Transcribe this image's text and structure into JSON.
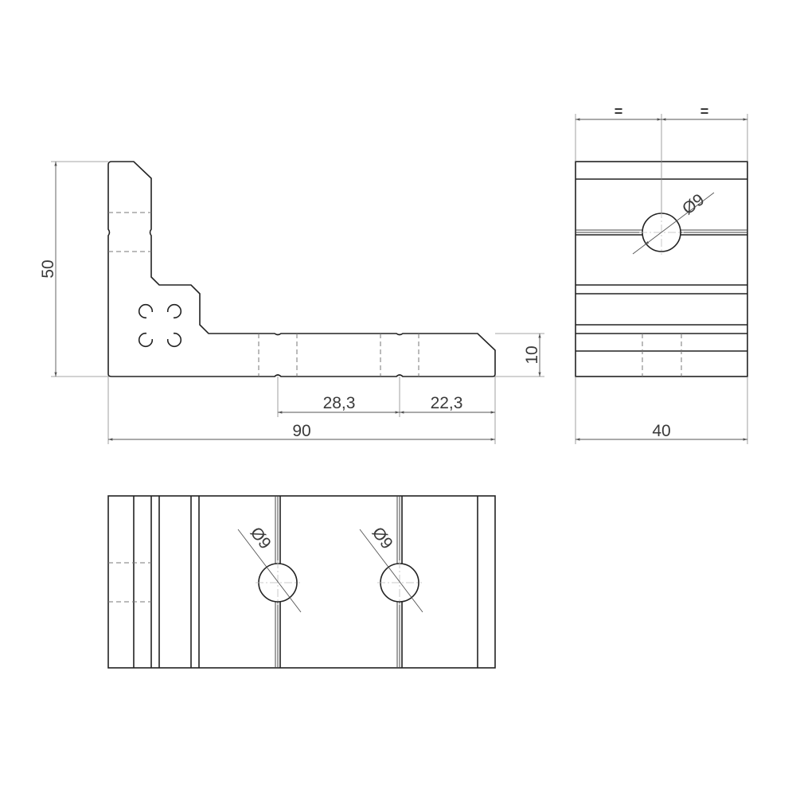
{
  "front_view": {
    "dim_height": "50",
    "dim_flange": "10",
    "dim_length": "90",
    "dim_hole1": "28,3",
    "dim_hole2": "22,3"
  },
  "side_view": {
    "dim_width": "40",
    "equal_left": "=",
    "equal_right": "=",
    "hole_diameter": "Ø9"
  },
  "top_view": {
    "hole1_diameter": "Ø9",
    "hole2_diameter": "Ø9"
  },
  "colors": {
    "line": "#222222",
    "dimension": "#555555"
  }
}
